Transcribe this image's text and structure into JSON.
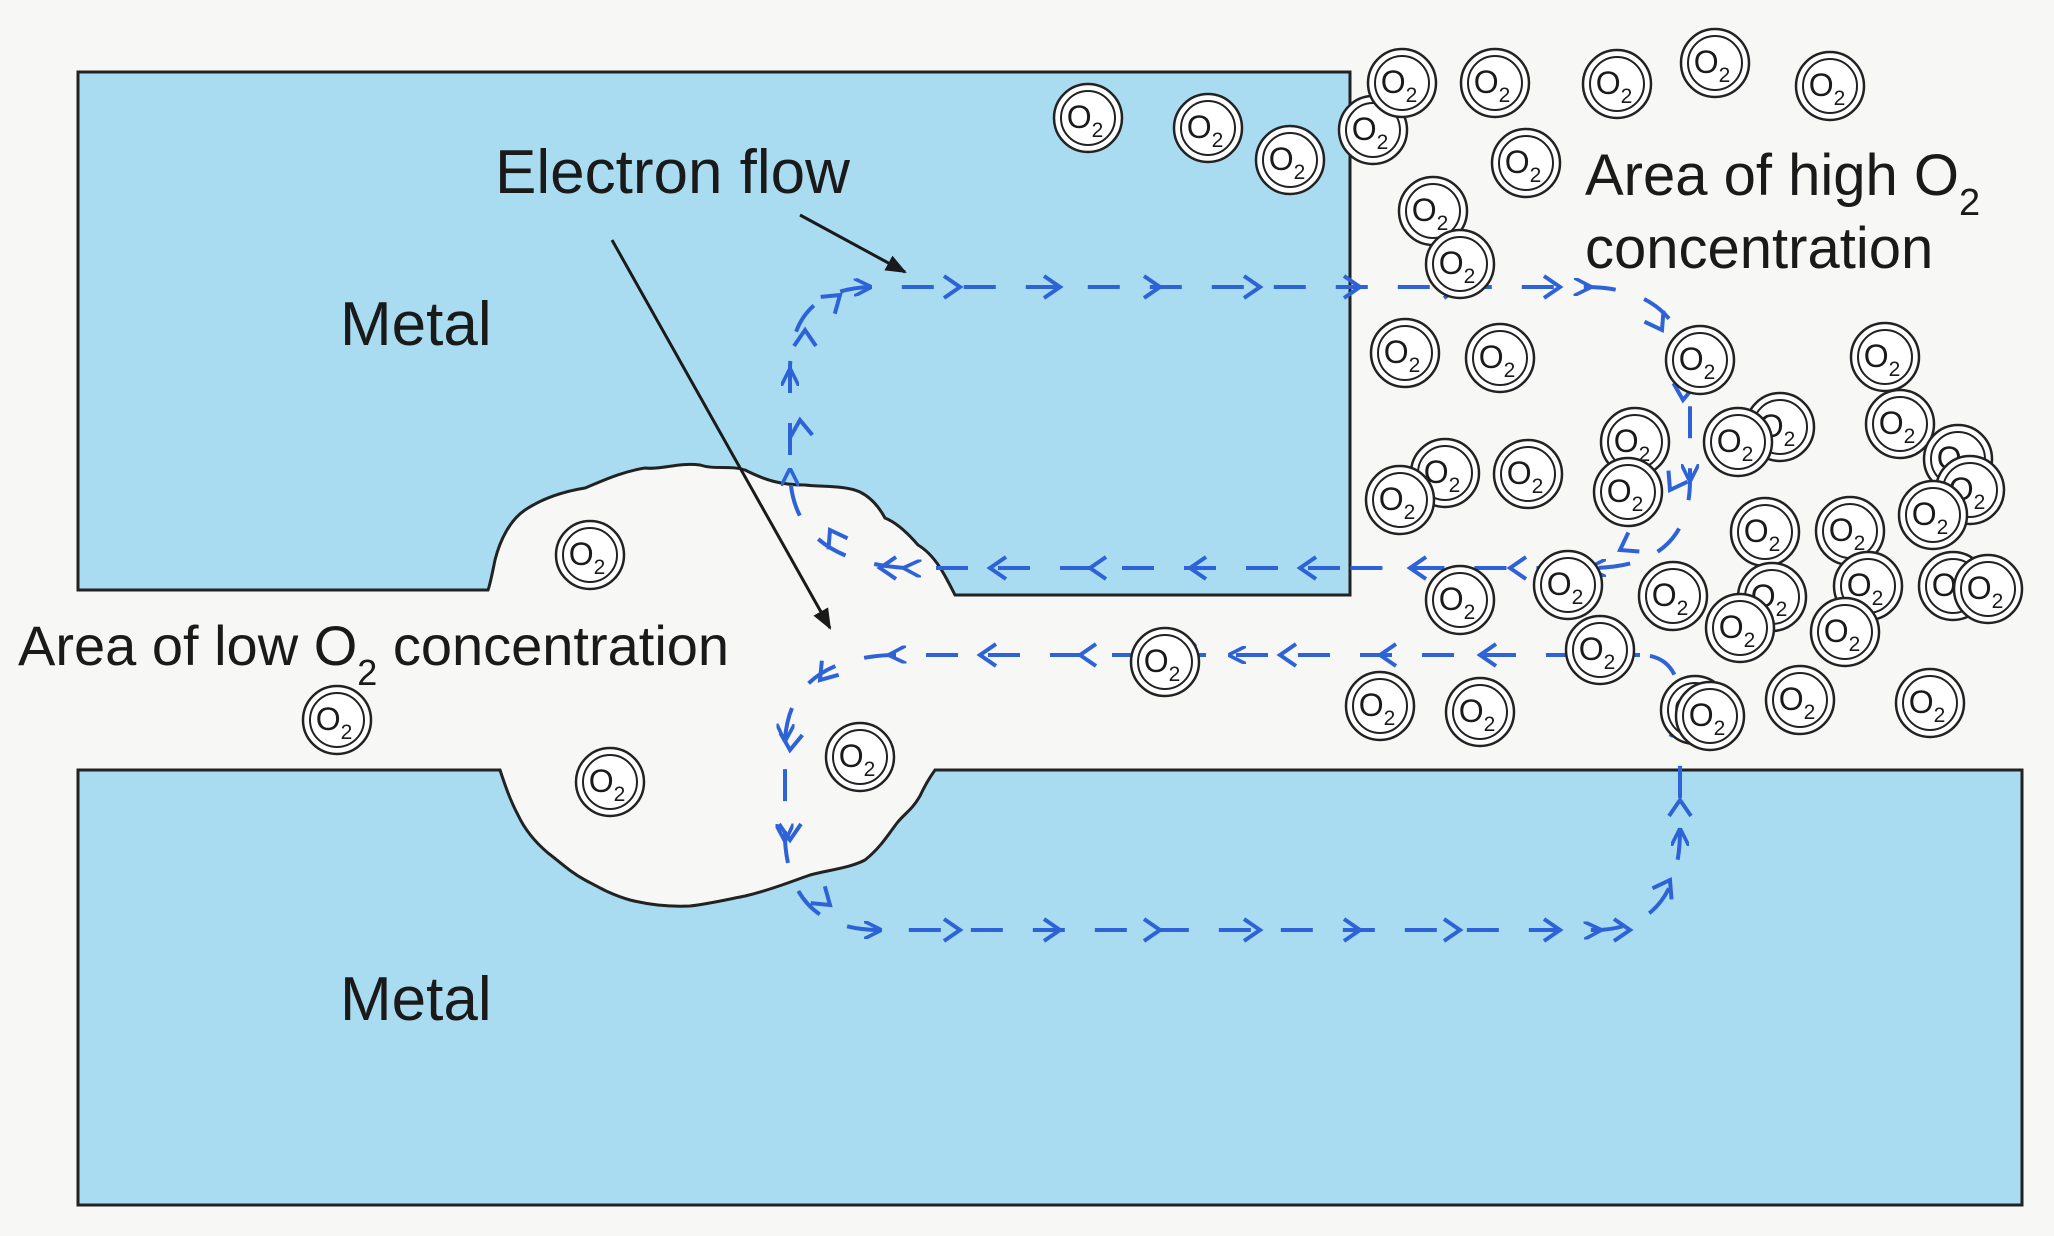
{
  "labels": {
    "metal_top": "Metal",
    "metal_bottom": "Metal",
    "electron_flow": "Electron flow",
    "high_line1_main": "Area of high O",
    "high_line1_sub": "2",
    "high_line2": "concentration",
    "low_main": "Area of low O",
    "low_sub": "2",
    "low_tail": " concentration"
  },
  "o2_symbol": {
    "main": "O",
    "sub": "2"
  },
  "colors": {
    "metal": "#a9dcf0",
    "metal_outline": "#222222",
    "electron_arrows": "#2d63d6",
    "pointer": "#1a1a1a",
    "background": "#f7f7f5"
  }
}
